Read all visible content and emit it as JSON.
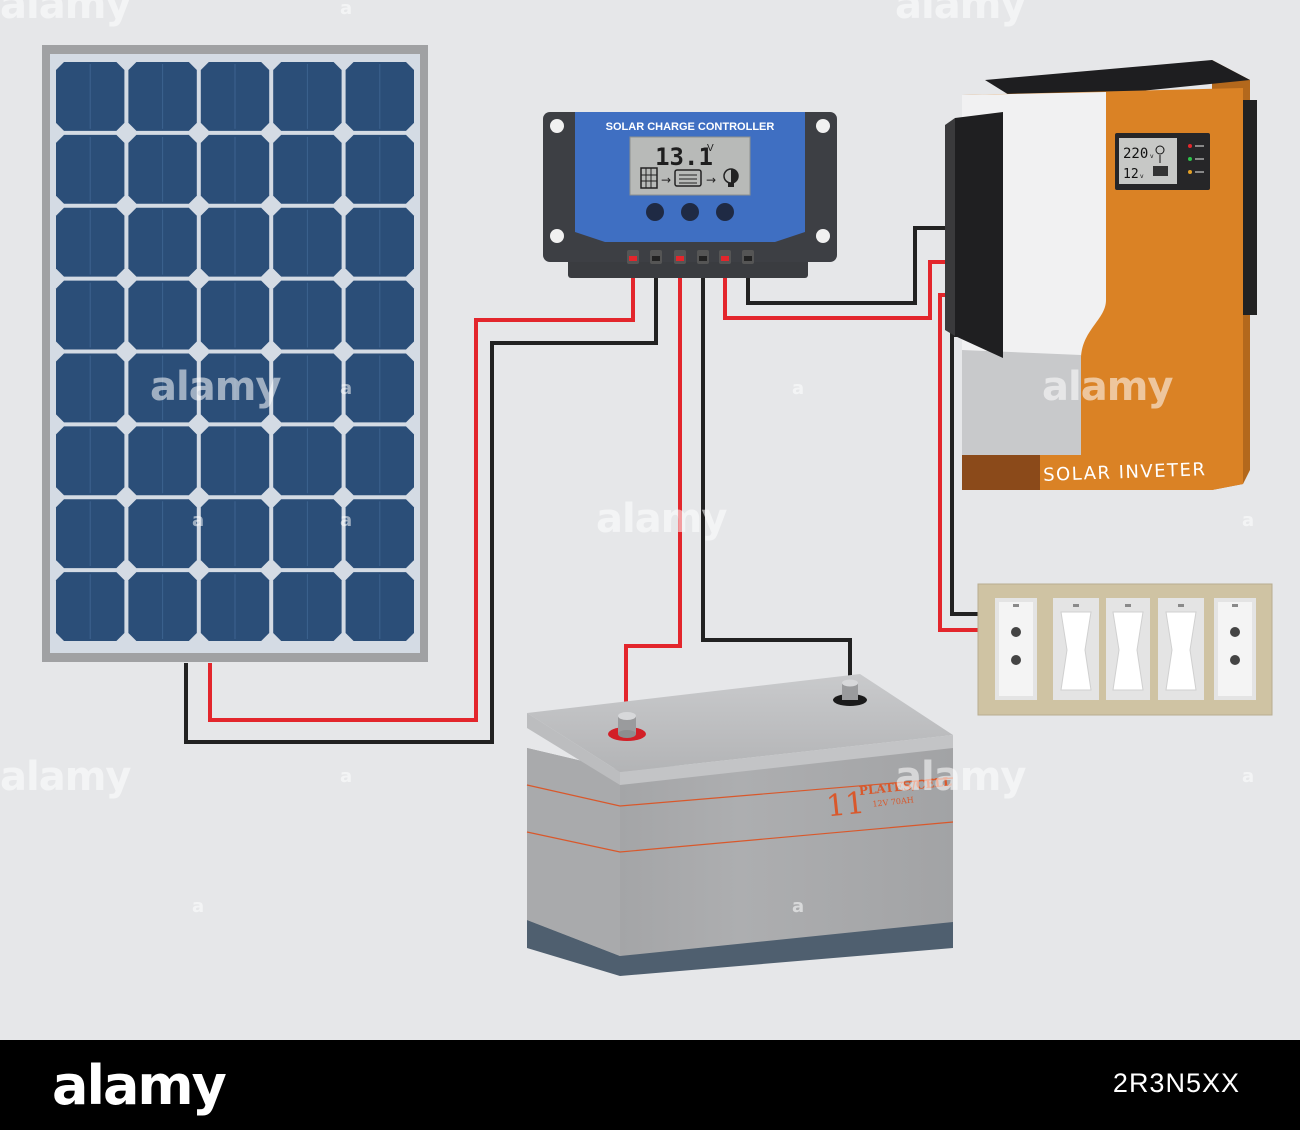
{
  "charge_controller": {
    "title": "SOLAR CHARGE CONTROLLER",
    "voltage_reading": "13.1",
    "voltage_unit": "V"
  },
  "inverter": {
    "label": "SOLAR INVETER",
    "lcd_line1": "220",
    "lcd_line1_unit": "v",
    "lcd_line2": "12",
    "lcd_line2_unit": "v"
  },
  "battery": {
    "label_number": "11",
    "label_text": "PLATES/CELL",
    "label_spec": "12V 70AH"
  },
  "watermark": {
    "text": "alamy"
  },
  "footer": {
    "logo": "alamy",
    "image_id": "2R3N5XX"
  },
  "colors": {
    "background": "#e6e7e9",
    "positive_wire": "#e3262c",
    "negative_wire": "#222222",
    "panel_cell": "#2b4e78",
    "controller_body": "#3d6fc0",
    "inverter_orange": "#da8225",
    "battery_gray": "#a6a7a9",
    "battery_label": "#d9582b"
  }
}
